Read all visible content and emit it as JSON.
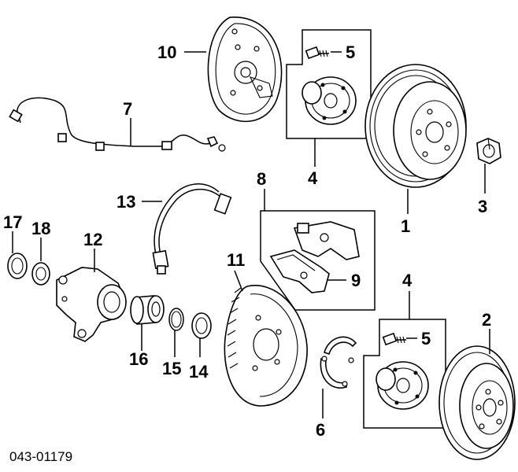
{
  "diagram_code": "043-01179",
  "callouts": [
    "1",
    "2",
    "3",
    "4",
    "4",
    "5",
    "5",
    "6",
    "7",
    "8",
    "9",
    "10",
    "11",
    "12",
    "13",
    "14",
    "15",
    "16",
    "17",
    "18"
  ]
}
